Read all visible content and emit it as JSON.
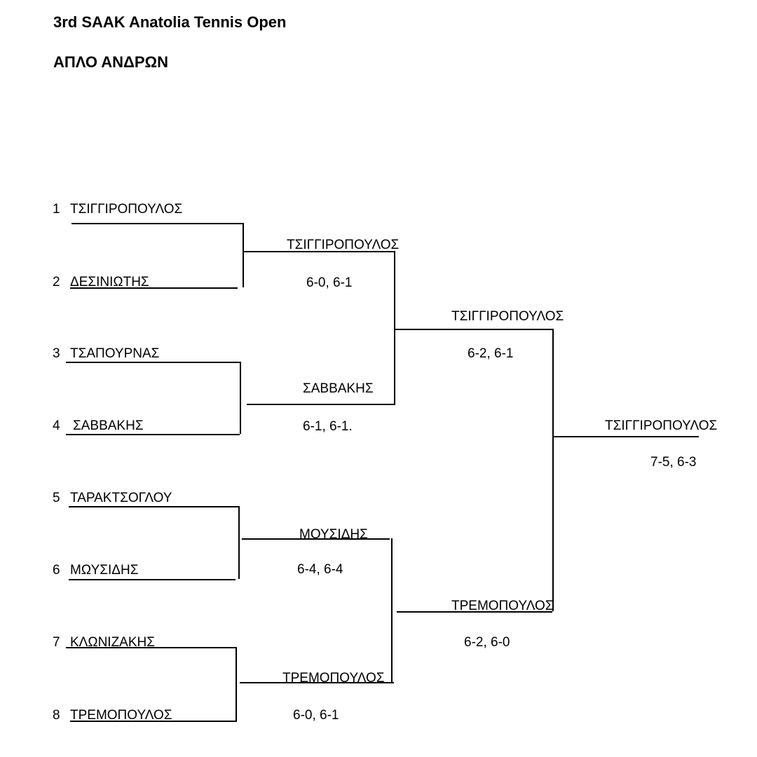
{
  "header": {
    "title": "3rd SAAK Anatolia Tennis Open",
    "subtitle": "ΑΠΛΟ ΑΝΔΡΩΝ"
  },
  "bracket": {
    "round1": [
      {
        "seed": "1",
        "name": "ΤΣΙΓΓΙΡΟΠΟΥΛΟΣ"
      },
      {
        "seed": "2",
        "name": "ΔΕΣΙΝΙΩΤΗΣ"
      },
      {
        "seed": "3",
        "name": "ΤΣΑΠΟΥΡΝΑΣ"
      },
      {
        "seed": "4",
        "name": "ΣΑΒΒΑΚΗΣ"
      },
      {
        "seed": "5",
        "name": "ΤΑΡΑΚΤΣΟΓΛΟΥ"
      },
      {
        "seed": "6",
        "name": "ΜΩΥΣΙΔΗΣ"
      },
      {
        "seed": "7",
        "name": "ΚΛΩΝΙΖΑΚΗΣ"
      },
      {
        "seed": "8",
        "name": "ΤΡΕΜΟΠΟΥΛΟΣ"
      }
    ],
    "quarterfinals": [
      {
        "winner": "ΤΣΙΓΓΙΡΟΠΟΥΛΟΣ",
        "score": "6-0, 6-1"
      },
      {
        "winner": "ΣΑΒΒΑΚΗΣ",
        "score": "6-1, 6-1."
      },
      {
        "winner": "ΜΟΥΣΙΔΗΣ",
        "score": "6-4, 6-4"
      },
      {
        "winner": "ΤΡΕΜΟΠΟΥΛΟΣ",
        "score": "6-0, 6-1"
      }
    ],
    "semifinals": [
      {
        "winner": "ΤΣΙΓΓΙΡΟΠΟΥΛΟΣ",
        "score": "6-2, 6-1"
      },
      {
        "winner": "ΤΡΕΜΟΠΟΥΛΟΣ",
        "score": "6-2, 6-0"
      }
    ],
    "final": {
      "winner": "ΤΣΙΓΓΙΡΟΠΟΥΛΟΣ",
      "score": "7-5, 6-3"
    }
  }
}
